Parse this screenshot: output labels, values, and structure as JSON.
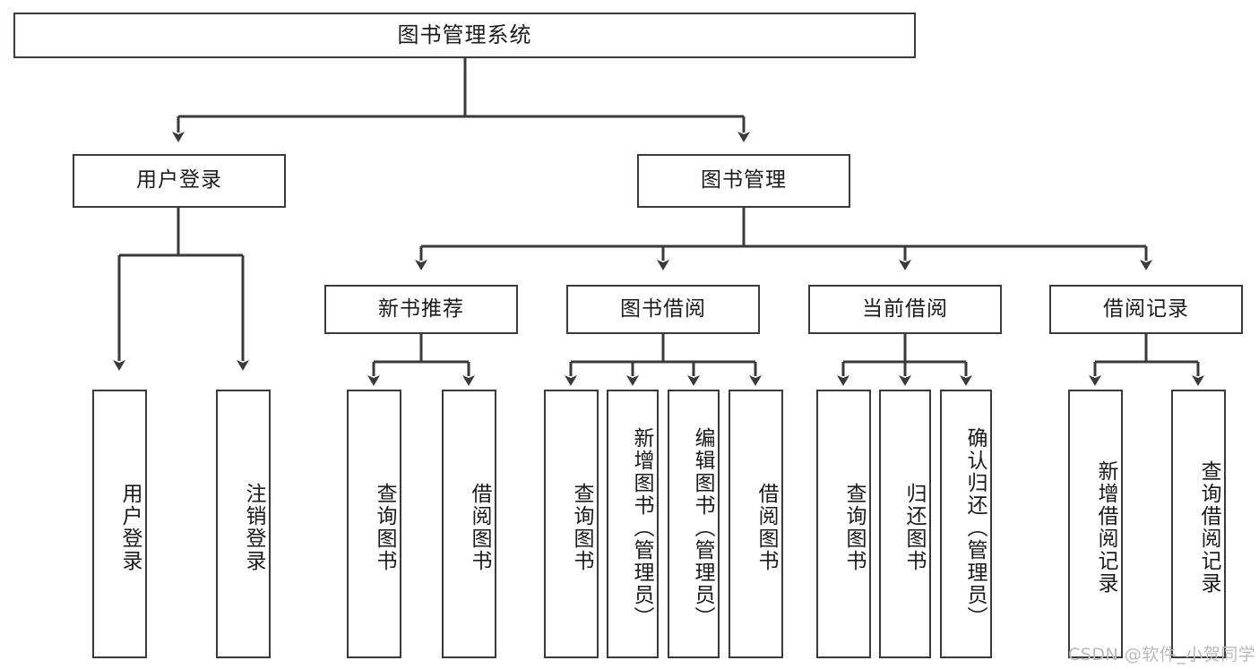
{
  "diagram": {
    "title": "图书管理系统",
    "type": "tree",
    "background": "#ffffff",
    "line_color": "#3a3a3a",
    "box_border": "#3a3a3a",
    "text_color": "#1b1b1b",
    "nodes": {
      "root": {
        "label": "图书管理系统"
      },
      "level2": [
        {
          "id": "user-login",
          "label": "用户登录"
        },
        {
          "id": "book-management",
          "label": "图书管理"
        }
      ],
      "level3": [
        {
          "id": "new-book-recommend",
          "label": "新书推荐"
        },
        {
          "id": "book-borrow",
          "label": "图书借阅"
        },
        {
          "id": "current-borrow",
          "label": "当前借阅"
        },
        {
          "id": "borrow-record",
          "label": "借阅记录"
        }
      ],
      "leaves": {
        "user_login": [
          {
            "id": "leaf-user-login",
            "label": "用户登录"
          },
          {
            "id": "leaf-logout-login",
            "label": "注销登录"
          }
        ],
        "new_book_recommend": [
          {
            "id": "leaf-query-book-1",
            "label": "查询图书"
          },
          {
            "id": "leaf-borrow-book-1",
            "label": "借阅图书"
          }
        ],
        "book_borrow": [
          {
            "id": "leaf-query-book-2",
            "label": "查询图书"
          },
          {
            "id": "leaf-add-book",
            "label": "新增图书（管理员）"
          },
          {
            "id": "leaf-edit-book",
            "label": "编辑图书（管理员）"
          },
          {
            "id": "leaf-borrow-book-2",
            "label": "借阅图书"
          }
        ],
        "current_borrow": [
          {
            "id": "leaf-query-book-3",
            "label": "查询图书"
          },
          {
            "id": "leaf-return-book",
            "label": "归还图书"
          },
          {
            "id": "leaf-confirm-return",
            "label": "确认归还（管理员）"
          }
        ],
        "borrow_record": [
          {
            "id": "leaf-add-record",
            "label": "新增借阅记录"
          },
          {
            "id": "leaf-query-record",
            "label": "查询借阅记录"
          }
        ]
      }
    },
    "watermark": "CSDN @软件_小贺同学"
  }
}
